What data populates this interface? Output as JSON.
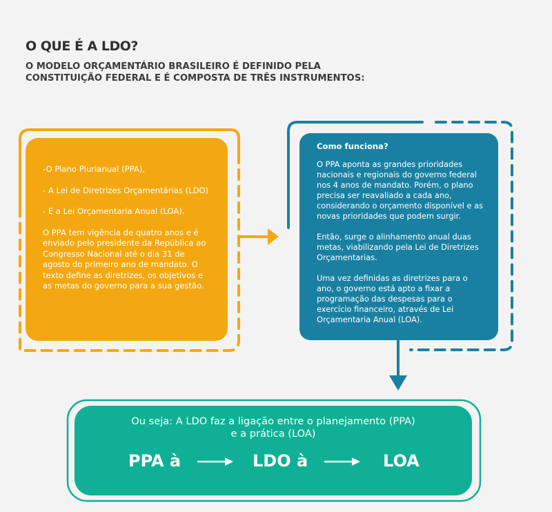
{
  "header": {
    "title": "O QUE É A LDO?",
    "subtitle": "O MODELO ORÇAMENTÁRIO BRASILEIRO É DEFINIDO PELA CONSTITUIÇÃO FEDERAL E É COMPOSTA DE TRÊS INSTRUMENTOS:"
  },
  "left_box": {
    "items": [
      "-O Plano Plurianual (PPA),",
      "- A Lei de Diretrizes Orçamentárias (LDO)",
      "- E a Lei Orçamentaria Anual (LOA)."
    ],
    "paragraph": "O PPA tem vigência de quatro anos e é enviado pelo presidente da República ao Congresso Nacional até o dia 31 de agosto do primeiro ano de mandato. O texto define as diretrizes, os objetivos e as metas do governo para a sua gestão."
  },
  "right_box": {
    "heading": "Como funciona?",
    "paragraphs": [
      "O PPA aponta as grandes prioridades nacionais e regionais do governo federal nos 4 anos de mandato. Porém, o plano precisa ser reavaliado a cada ano, considerando o orçamento disponível e as novas prioridades que podem surgir.",
      "Então, surge o alinhamento anual duas metas, viabilizando pela Lei de Diretrizes Orçamentarias.",
      "Uma vez definidas as diretrizes para o ano, o governo está apto a fixar a programação das despesas para o exercício financeiro, através de Lei Orçamentaria Anual (LOA)."
    ]
  },
  "bottom_box": {
    "summary": "Ou seja: A LDO faz a ligação entre o planejamento (PPA) e a prática (LOA)",
    "flow": [
      "PPA à",
      "LDO à",
      "LOA"
    ]
  },
  "colors": {
    "background": "#f3f3f3",
    "orange": "#f3a812",
    "blue": "#1a80a2",
    "green": "#10b096"
  }
}
